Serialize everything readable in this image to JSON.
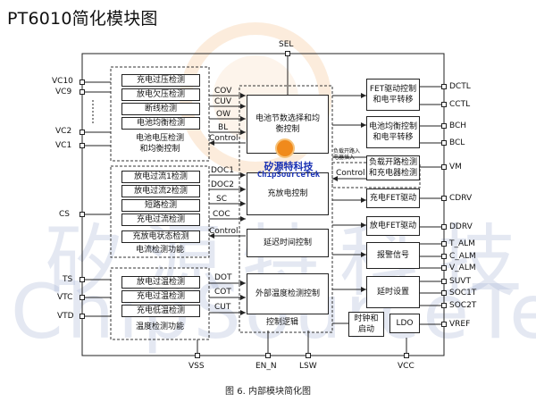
{
  "title": "PT6010简化模块图",
  "caption": "图 6. 内部模块简化图",
  "watermark": {
    "line1": "矽源特科技",
    "line2": "ChipSourceTek"
  },
  "brand": {
    "name_cn": "矽源特科技",
    "name_en": "ChipSourceTek"
  },
  "pins": {
    "sel": "SEL",
    "vc10": "VC10",
    "vc9": "VC9",
    "vc2": "VC2",
    "vc1": "VC1",
    "cs": "CS",
    "ts": "TS",
    "vtc": "VTC",
    "vtd": "VTD",
    "vss": "VSS",
    "en_n": "EN_N",
    "lsw": "LSW",
    "vcc": "VCC",
    "dctl": "DCTL",
    "cctl": "CCTL",
    "bch": "BCH",
    "bcl": "BCL",
    "vm": "VM",
    "cdrv": "CDRV",
    "ddrv": "DDRV",
    "t_alm": "T_ALM",
    "c_alm": "C_ALM",
    "v_alm": "V_ALM",
    "suvt": "SUVT",
    "soc1t": "SOC1T",
    "soc2t": "SOC2T",
    "vref": "VREF"
  },
  "blocks": {
    "vgroup": [
      "充电过压检测",
      "放电欠压检测",
      "断线检测",
      "电池均衡检测"
    ],
    "vgroup_note": "电池电压检测\n和均衡控制",
    "cgroup": [
      "放电过流1检测",
      "放电过流2检测",
      "短路检测",
      "充电过流检测",
      "充放电状态检测"
    ],
    "cgroup_note": "电流检测功能",
    "tgroup": [
      "放电过温检测",
      "充电过温检测",
      "充电低温检测"
    ],
    "tgroup_note": "温度检测功能",
    "cell_select": "电池节数选择和均衡控制",
    "chg_ctrl": "充放电控制",
    "delay_ctrl": "延迟时间控制",
    "temp_ctrl": "外部温度检测控制",
    "ctrl_logic": "控制逻辑",
    "fet_ctrl": "FET驱动控制\n和电平转移",
    "bal_ctrl": "电池均衡控制\n和电平转移",
    "load_detect": "负载开路检测\n和充电器检测",
    "load_note": "负载开路入\n电器插入",
    "chg_fet": "充电FET驱动",
    "dsg_fet": "放电FET驱动",
    "alarm": "报警信号",
    "delay_set": "延时设置",
    "clk": "时钟和\n启动",
    "ldo": "LDO"
  },
  "signals": {
    "cov": "COV",
    "cuv": "CUV",
    "ow": "OW",
    "bl": "BL",
    "control": "Control",
    "doc1": "DOC1",
    "doc2": "DOC2",
    "sc": "SC",
    "coc": "COC",
    "dot": "DOT",
    "cot": "COT",
    "cut": "CUT"
  },
  "colors": {
    "line": "#222222",
    "watermark": "#aab9d7",
    "logo_orange": "#f08a1c",
    "brand_blue": "#1a32b4"
  }
}
